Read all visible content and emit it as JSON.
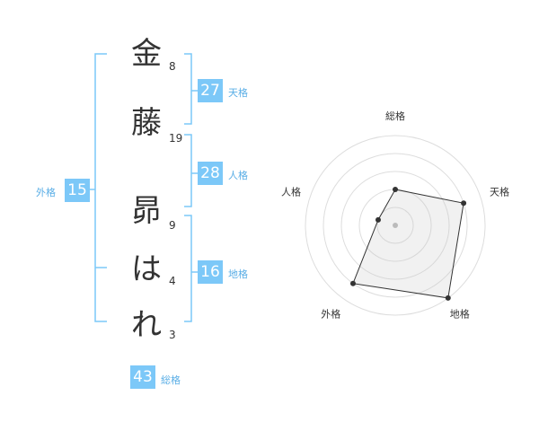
{
  "name": {
    "chars": [
      {
        "char": "金",
        "strokes": "8"
      },
      {
        "char": "藤",
        "strokes": "19"
      },
      {
        "char": "昴",
        "strokes": "9"
      },
      {
        "char": "は",
        "strokes": "4"
      },
      {
        "char": "れ",
        "strokes": "3"
      }
    ]
  },
  "fortunes": {
    "tenkaku": {
      "value": "27",
      "label": "天格"
    },
    "jinkaku": {
      "value": "28",
      "label": "人格"
    },
    "chikaku": {
      "value": "16",
      "label": "地格"
    },
    "gaikaku": {
      "value": "15",
      "label": "外格"
    },
    "soukaku": {
      "value": "43",
      "label": "総格"
    }
  },
  "colors": {
    "accent": "#7cc8f8",
    "label": "#5aaee6",
    "bracket": "#7cc8f8"
  },
  "chart_data": {
    "type": "radar",
    "axes": [
      "総格",
      "天格",
      "地格",
      "外格",
      "人格"
    ],
    "values": [
      2,
      4,
      5,
      4,
      1
    ],
    "max": 5
  }
}
